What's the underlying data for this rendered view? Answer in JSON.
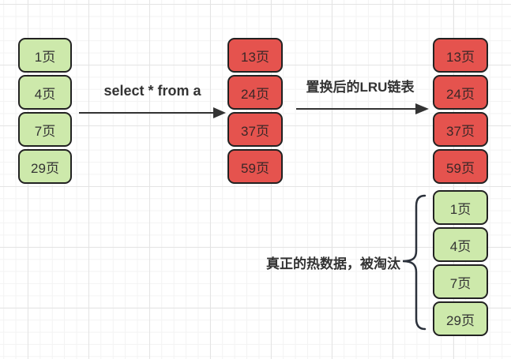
{
  "diagram": {
    "kind": "LRU linked-list replacement illustration",
    "colors": {
      "hot_page_fill": "#cde9ab",
      "new_page_fill": "#e5534e",
      "box_border": "#222222",
      "text": "#333333",
      "arrow": "#333333",
      "grid_minor": "#f3f3f3",
      "grid_major": "#e4e4e4",
      "background": "#ffffff"
    },
    "lists": {
      "original": {
        "items": [
          {
            "label": "1页",
            "type": "hot"
          },
          {
            "label": "4页",
            "type": "hot"
          },
          {
            "label": "7页",
            "type": "hot"
          },
          {
            "label": "29页",
            "type": "hot"
          }
        ]
      },
      "after_select": {
        "items": [
          {
            "label": "13页",
            "type": "new"
          },
          {
            "label": "24页",
            "type": "new"
          },
          {
            "label": "37页",
            "type": "new"
          },
          {
            "label": "59页",
            "type": "new"
          }
        ]
      },
      "final": {
        "items": [
          {
            "label": "13页",
            "type": "new"
          },
          {
            "label": "24页",
            "type": "new"
          },
          {
            "label": "37页",
            "type": "new"
          },
          {
            "label": "59页",
            "type": "new"
          },
          {
            "label": "1页",
            "type": "hot"
          },
          {
            "label": "4页",
            "type": "hot"
          },
          {
            "label": "7页",
            "type": "hot"
          },
          {
            "label": "29页",
            "type": "hot"
          }
        ]
      }
    },
    "arrows": {
      "select": {
        "label": "select * from a"
      },
      "lru": {
        "label": "置换后的LRU链表"
      }
    },
    "annotation": {
      "label": "真正的热数据，被淘汰"
    }
  }
}
